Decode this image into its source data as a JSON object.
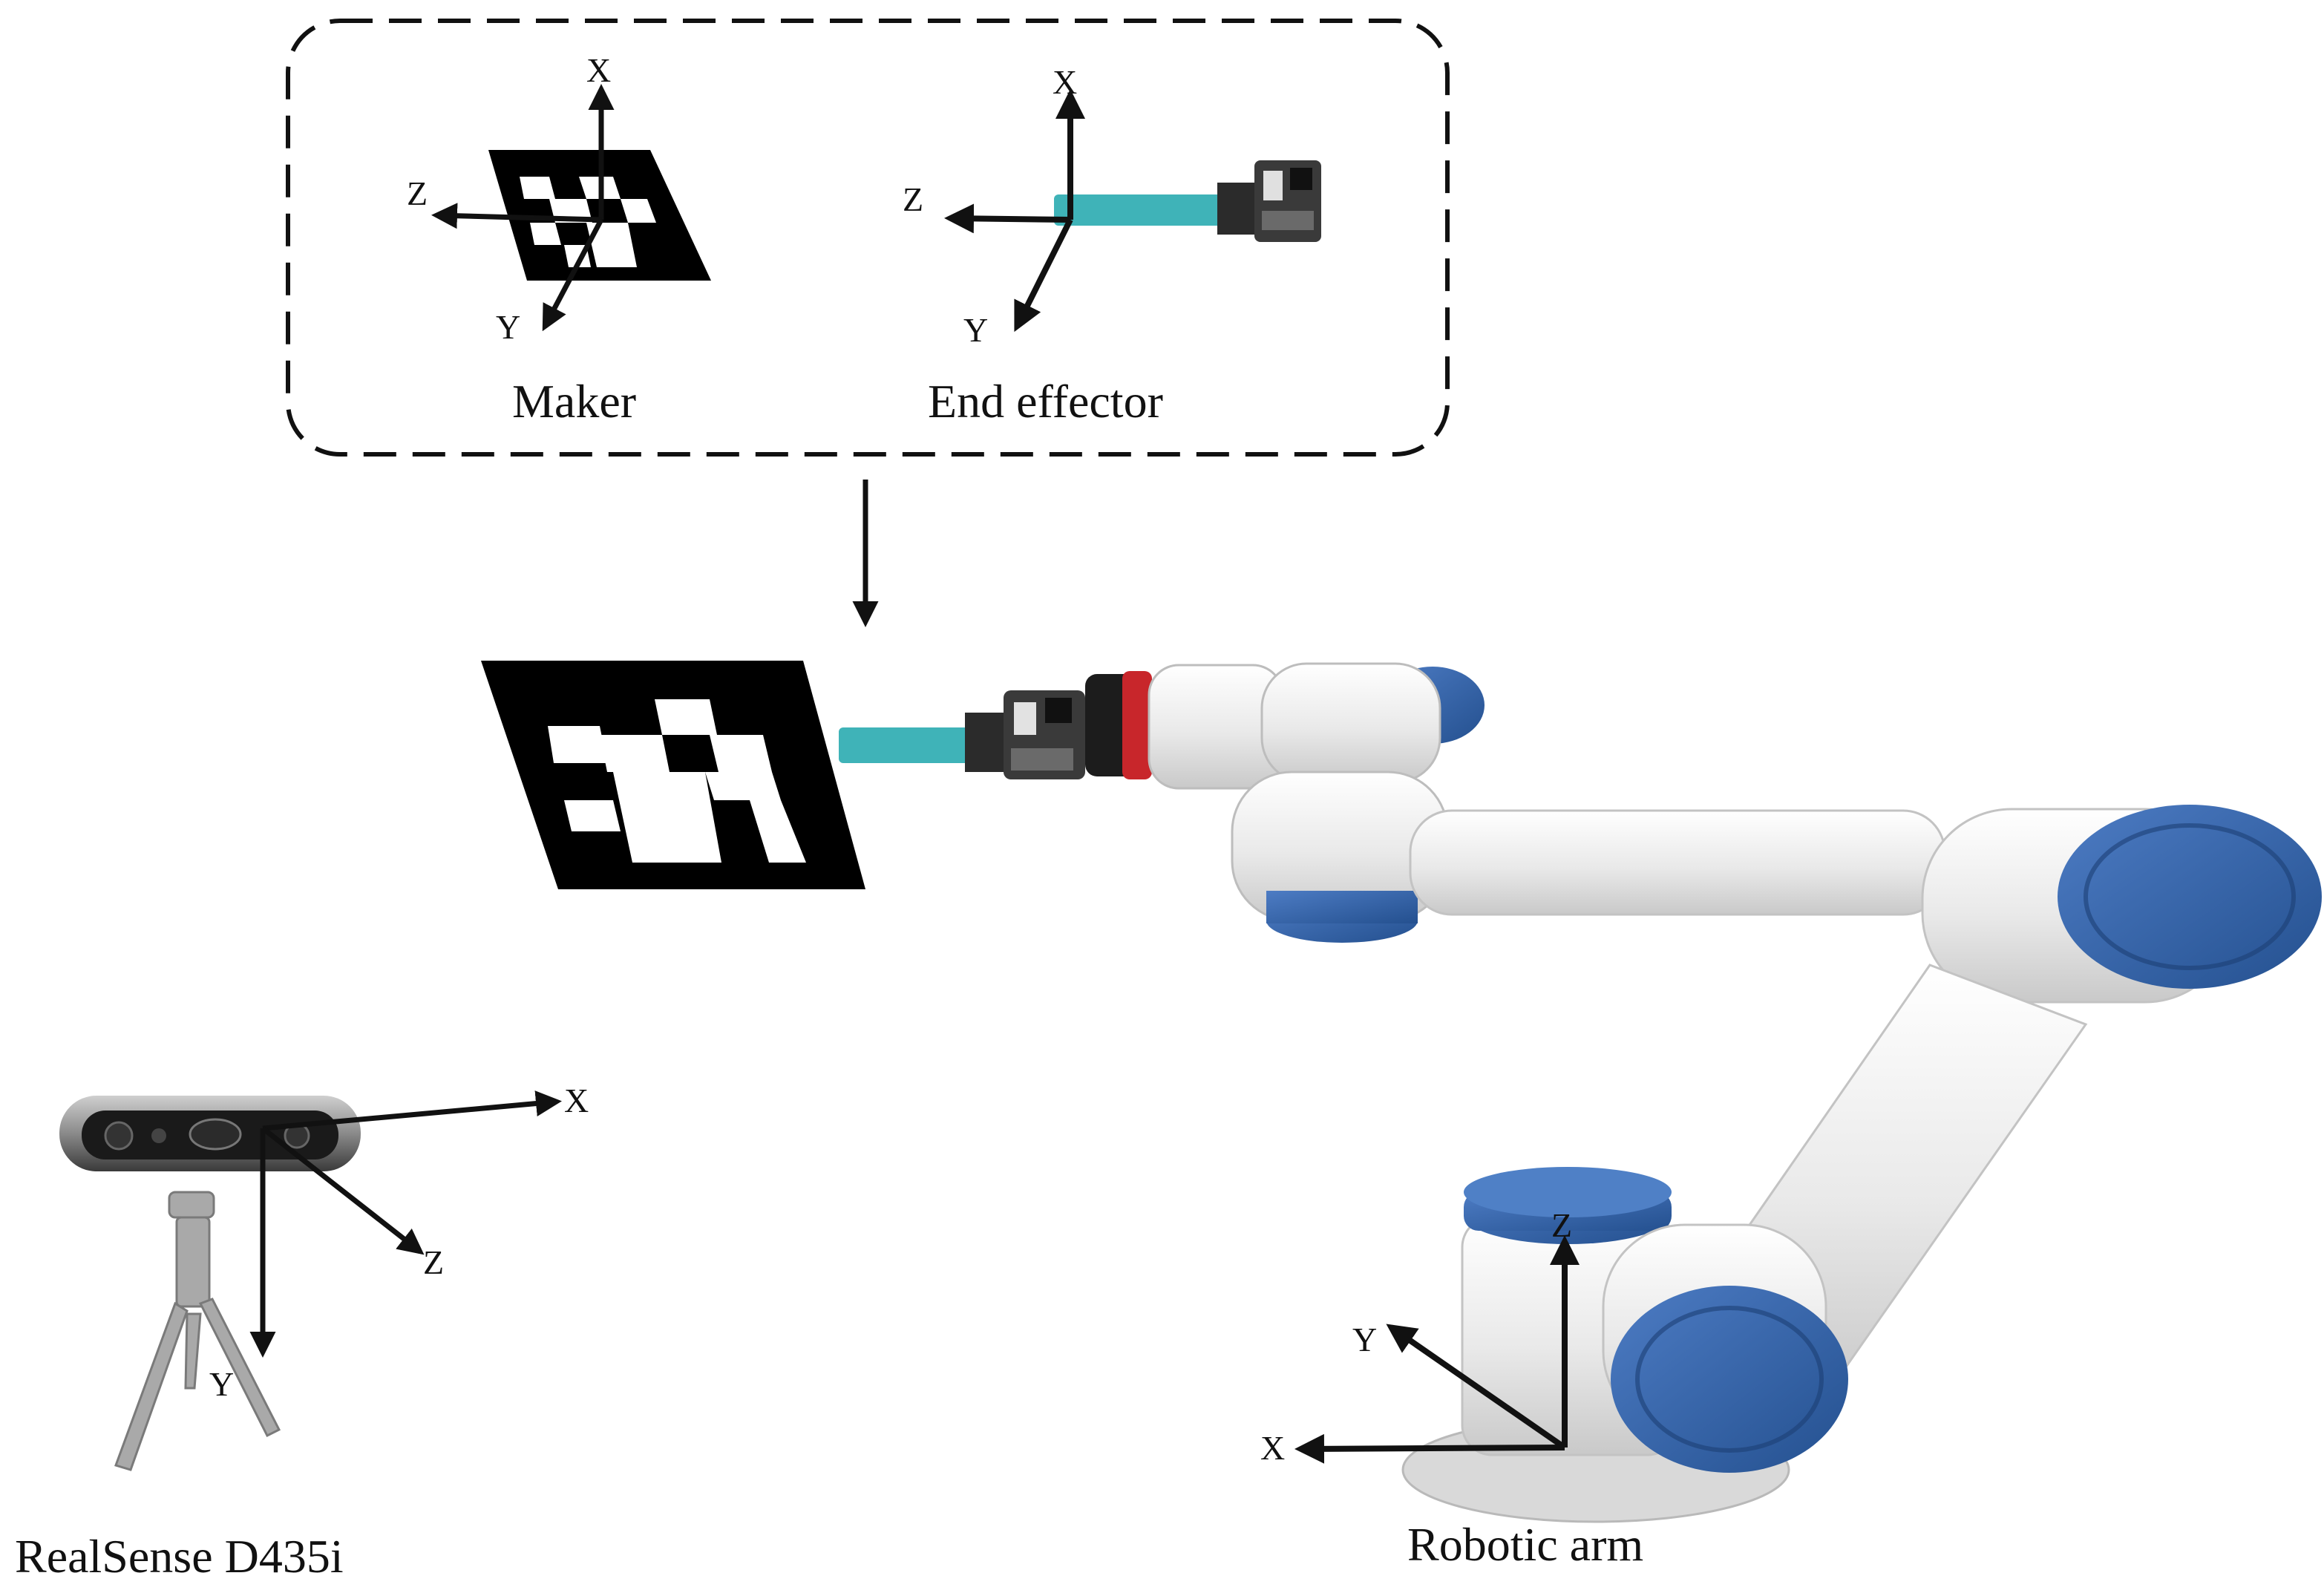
{
  "inset": {
    "marker": {
      "caption": "Maker",
      "axes": {
        "x": "X",
        "y": "Y",
        "z": "Z"
      }
    },
    "end_effector": {
      "caption": "End effector",
      "axes": {
        "x": "X",
        "y": "Y",
        "z": "Z"
      }
    }
  },
  "camera": {
    "caption": "RealSense D435i",
    "axes": {
      "x": "X",
      "y": "Y",
      "z": "Z"
    }
  },
  "robot": {
    "caption": "Robotic arm",
    "axes": {
      "x": "X",
      "y": "Y",
      "z": "Z"
    }
  },
  "colors": {
    "arm_white": "#ececec",
    "arm_blue": "#2f5fa8",
    "tool_teal": "#3fb3b8",
    "ring_red": "#c8262b",
    "ink": "#111111"
  }
}
